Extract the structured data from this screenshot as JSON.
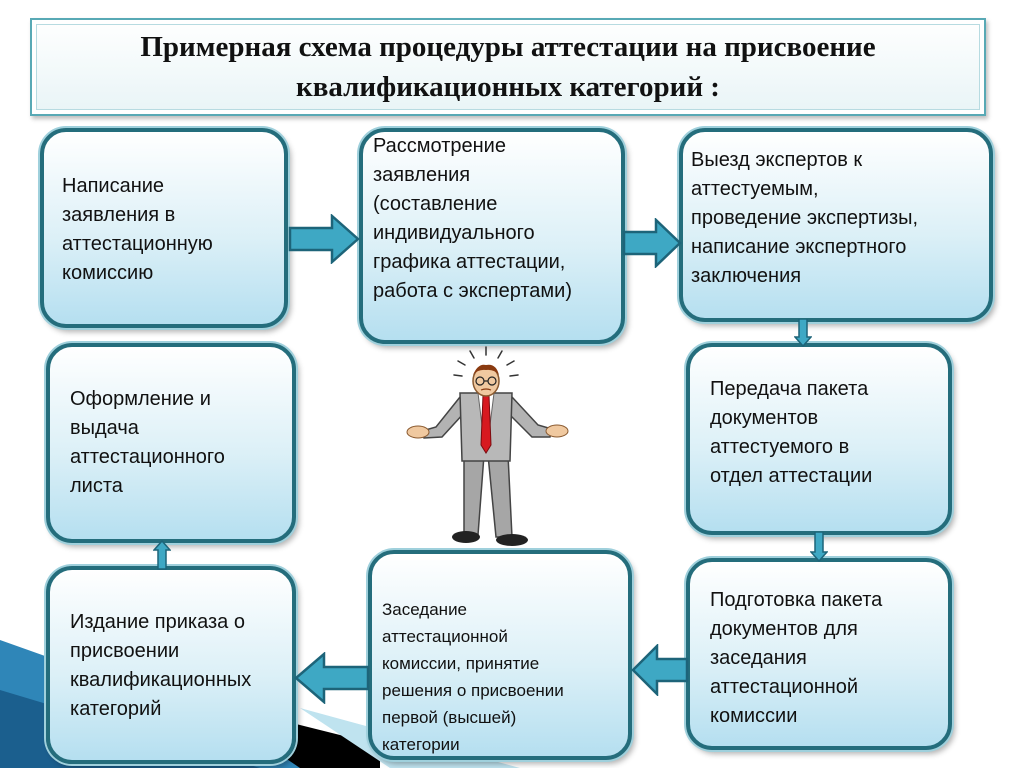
{
  "title": "Примерная схема процедуры аттестации на присвоение квалификационных категорий :",
  "steps": [
    "Написание\nзаявления в\nаттестационную\nкомиссию",
    "Рассмотрение\nзаявления\n(составление\nиндивидуального\nграфика аттестации,\nработа с экспертами)",
    "Выезд экспертов к\nаттестуемым,\n проведение экспертизы,\nнаписание экспертного\nзаключения",
    "Передача  пакета\nдокументов\nаттестуемого в\nотдел аттестации",
    "Подготовка пакета\nдокументов для\nзаседания\nаттестационной\nкомиссии",
    "Заседание\nаттестационной\nкомиссии, принятие\nрешения о присвоении\nпервой (высшей)\nкатегории",
    "Издание приказа о\nприсвоении\nквалификационных\nкатегорий",
    "Оформление и\nвыдача\nаттестационного\nлиста"
  ],
  "colors": {
    "box_border": "#246d7c",
    "box_fill": "#dcf0f7",
    "arrow_fill": "#3ea8c4",
    "arrow_stroke": "#1d6479",
    "title_border": "#58a9b5",
    "corner_decor": "#2f86b8"
  },
  "icons": {
    "figure": "confused-man-icon",
    "arrow_right": "arrow-right-icon",
    "arrow_left": "arrow-left-icon",
    "arrow_down": "arrow-down-icon",
    "arrow_up": "arrow-up-icon"
  }
}
